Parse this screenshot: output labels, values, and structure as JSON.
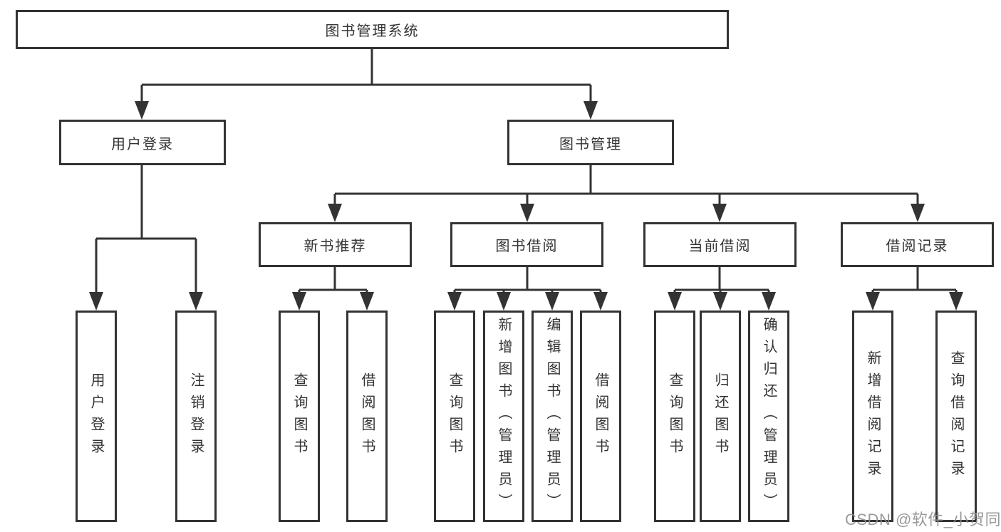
{
  "diagram": {
    "colors": {
      "line": "#333333",
      "box_border": "#333333",
      "box_fill": "#ffffff",
      "text": "#333333",
      "watermark": "#8c8c8c",
      "background": "#ffffff"
    },
    "tree": {
      "label": "图书管理系统",
      "children": [
        {
          "label": "用户登录",
          "children": [
            {
              "label": "用户登录"
            },
            {
              "label": "注销登录"
            }
          ]
        },
        {
          "label": "图书管理",
          "children": [
            {
              "label": "新书推荐",
              "children": [
                {
                  "label": "查询图书"
                },
                {
                  "label": "借阅图书"
                }
              ]
            },
            {
              "label": "图书借阅",
              "children": [
                {
                  "label": "查询图书"
                },
                {
                  "label": "新增图书（管理员）"
                },
                {
                  "label": "编辑图书（管理员）"
                },
                {
                  "label": "借阅图书"
                }
              ]
            },
            {
              "label": "当前借阅",
              "children": [
                {
                  "label": "查询图书"
                },
                {
                  "label": "归还图书"
                },
                {
                  "label": "确认归还（管理员）"
                }
              ]
            },
            {
              "label": "借阅记录",
              "children": [
                {
                  "label": "新增借阅记录"
                },
                {
                  "label": "查询借阅记录"
                }
              ]
            }
          ]
        }
      ]
    },
    "watermark": {
      "text": "CSDN @软件_小贺同学"
    }
  }
}
